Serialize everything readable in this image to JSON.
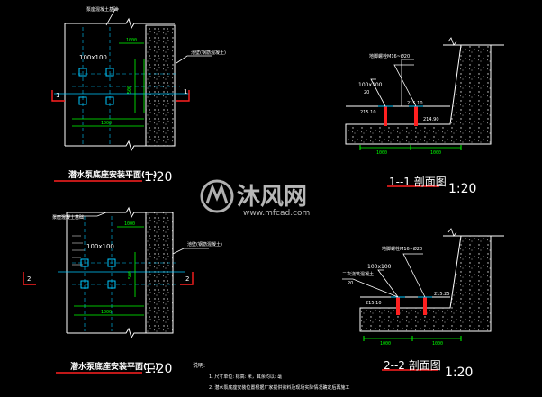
{
  "views": {
    "plan1": {
      "title": "潜水泵底座安装平面(一)",
      "scale": "1:20",
      "callout_top": "泵座混凝土基础",
      "callout_wall": "池壁(钢筋混凝土)",
      "pad_size": "100x100",
      "dim_top": "1000",
      "dim_side": "200",
      "dim_mid": "500",
      "dim_bottom": "1000",
      "section_tag": "1"
    },
    "plan2": {
      "title": "潜水泵底座安装平面(二)",
      "scale": "1:20",
      "callout_top": "泵座混凝土基础",
      "callout_wall": "池壁(钢筋混凝土)",
      "pad_size": "100x100",
      "dim_top": "1000",
      "dim_side": "200",
      "dim_mid": "500",
      "dim_bottom": "1000",
      "section_tag": "2"
    },
    "section1": {
      "title": "1--1 剖面图",
      "scale": "1:20",
      "pad_label": "100x100",
      "bolt_label": "地脚螺栓M16~Ø20",
      "dim_a": "20",
      "elev_left": "215.10",
      "elev_right": "215.10",
      "elev_far": "214.90",
      "dim_bottom_a": "1000",
      "dim_bottom_b": "1000"
    },
    "section2": {
      "title": "2--2 剖面图",
      "scale": "1:20",
      "pad_label": "100x100",
      "bolt_label": "地脚螺栓M16~Ø20",
      "pad_label2": "二次浇筑混凝土",
      "dim_a": "20",
      "elev_left": "215.10",
      "elev_right": "215.25",
      "dim_bottom_a": "1000",
      "dim_bottom_b": "1000"
    }
  },
  "notes": {
    "heading": "说明:",
    "line1": "1. 尺寸单位: 标高: 米，其余均以: 毫",
    "line2": "2. 潜水泵底座安装位置根据厂家提供资料及现场实际情况确定后再施工"
  },
  "watermark": {
    "brand": "沐风网",
    "url": "www.mfcad.com"
  },
  "colors": {
    "background": "#000000",
    "line_white": "#ffffff",
    "dim_green": "#00ff00",
    "axis_cyan": "#00c8ff",
    "cut_red": "#ff2020",
    "wall_hatch": "#e6e6e6",
    "tag_red": "#ff3030"
  }
}
